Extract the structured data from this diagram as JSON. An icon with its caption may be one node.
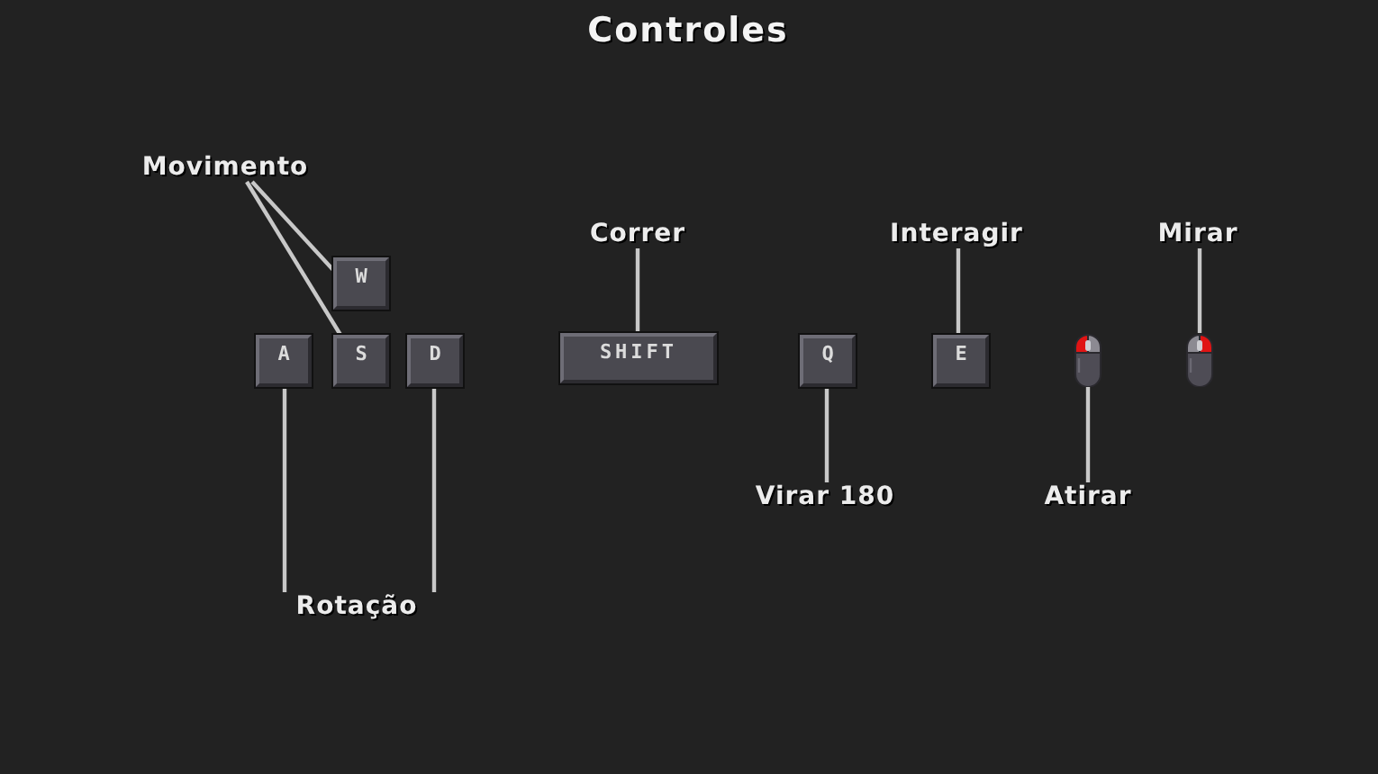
{
  "diagram": {
    "title": "Controles",
    "nodes": [
      {
        "text": [
          "Movimento"
        ]
      },
      {
        "text": [
          "Correr"
        ]
      },
      {
        "text": [
          "Interagir"
        ]
      },
      {
        "text": [
          "Mirar"
        ]
      },
      {
        "text": [
          "W"
        ]
      },
      {
        "text": [
          "A"
        ]
      },
      {
        "text": [
          "S"
        ]
      },
      {
        "text": [
          "D"
        ]
      },
      {
        "text": [
          "SHIFT"
        ]
      },
      {
        "text": [
          "Q"
        ]
      },
      {
        "text": [
          "E"
        ]
      },
      {
        "text": [],
        "shape": "picture"
      },
      {
        "text": [],
        "shape": "picture"
      },
      {
        "text": [
          "Virar 180"
        ]
      },
      {
        "text": [
          "Atirar"
        ]
      },
      {
        "text": [
          "Rotação"
        ]
      }
    ],
    "edges": [
      {
        "from": 0,
        "to": 4,
        "arrow": "none"
      },
      {
        "from": 0,
        "to": 6,
        "arrow": "none"
      },
      {
        "from": 1,
        "to": 8,
        "arrow": "none"
      },
      {
        "from": 2,
        "to": 10,
        "arrow": "none"
      },
      {
        "from": 3,
        "to": 12,
        "arrow": "none"
      },
      {
        "from": 13,
        "to": 9,
        "arrow": "none"
      },
      {
        "from": 14,
        "to": 11,
        "arrow": "none"
      },
      {
        "from": 15,
        "to": 5,
        "arrow": "none"
      },
      {
        "from": 15,
        "to": 7,
        "arrow": "none"
      }
    ]
  }
}
